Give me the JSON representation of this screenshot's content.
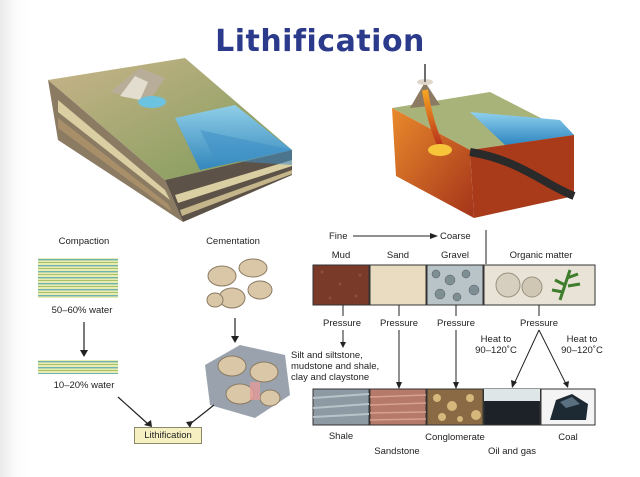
{
  "title": "Lithification",
  "left": {
    "compaction": "Compaction",
    "cementation": "Cementation",
    "water_high": "50–60% water",
    "water_low": "10–20% water",
    "result": "Lithification"
  },
  "right": {
    "fine": "Fine",
    "coarse": "Coarse",
    "sediments": [
      "Mud",
      "Sand",
      "Gravel",
      "Organic matter"
    ],
    "pressure": "Pressure",
    "mud_note": [
      "Silt and siltstone,",
      "mudstone and shale,",
      "clay and claystone"
    ],
    "heat": [
      "Heat to",
      "90–120˚C"
    ],
    "rocks": [
      "Shale",
      "Sandstone",
      "Conglomerate",
      "Oil and gas",
      "Coal"
    ]
  }
}
